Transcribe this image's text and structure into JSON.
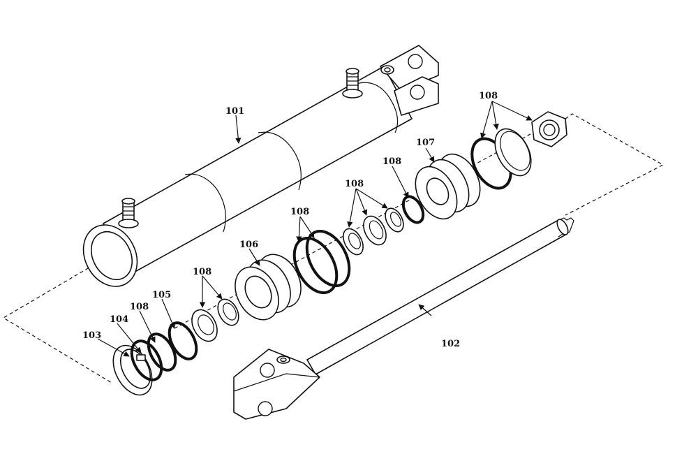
{
  "callouts": {
    "c101": "101",
    "c102": "102",
    "c103": "103",
    "c104": "104",
    "c105": "105",
    "c106": "106",
    "c107": "107",
    "c108_a": "108",
    "c108_b": "108",
    "c108_c": "108",
    "c108_d": "108",
    "c108_e": "108",
    "c108_f": "108"
  },
  "colors": {
    "line": "#111111",
    "background": "#ffffff"
  }
}
